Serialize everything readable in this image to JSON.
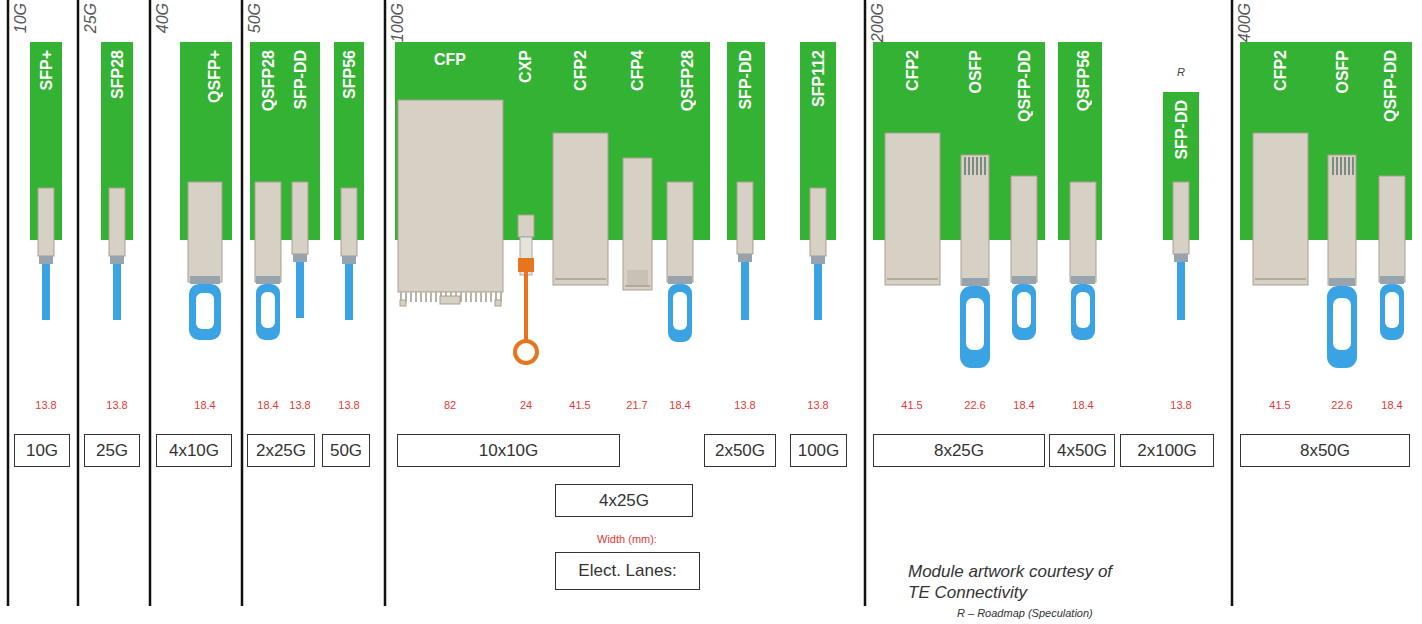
{
  "diagram": {
    "nodes": [
      {
        "text": [
          "SFP+"
        ]
      },
      {
        "text": [
          "SFP28"
        ]
      },
      {
        "text": [
          "QSFP+"
        ]
      },
      {
        "text": [
          "QSFP28",
          "SFP-DD"
        ]
      },
      {
        "text": [
          "SFP56"
        ]
      },
      {
        "text": [
          "CFP",
          "CXP",
          "CFP2",
          "CFP4",
          "QSFP28"
        ]
      },
      {
        "text": [
          "SFP-DD"
        ]
      },
      {
        "text": [
          "SFP112"
        ]
      },
      {
        "text": [
          "CFP2",
          "OSFP",
          "QSFP-DD"
        ]
      },
      {
        "text": [
          "QSFP56"
        ]
      },
      {
        "text": [
          "SFP-DD"
        ]
      },
      {
        "text": [
          "CFP2",
          "OSFP",
          "QSFP-DD"
        ]
      },
      {
        "text": [
          "10G"
        ]
      },
      {
        "text": [
          "25G"
        ]
      },
      {
        "text": [
          "4x10G"
        ]
      },
      {
        "text": [
          "2x25G"
        ]
      },
      {
        "text": [
          "50G"
        ]
      },
      {
        "text": [
          "10x10G"
        ]
      },
      {
        "text": [
          "2x50G"
        ]
      },
      {
        "text": [
          "100G"
        ]
      },
      {
        "text": [
          "4x25G"
        ]
      },
      {
        "text": [
          "8x25G"
        ]
      },
      {
        "text": [
          "4x50G"
        ]
      },
      {
        "text": [
          "2x100G"
        ]
      },
      {
        "text": [
          "8x50G"
        ]
      },
      {
        "text": [
          "Elect. Lanes:"
        ]
      }
    ],
    "labels": [
      "10G",
      "25G",
      "40G",
      "50G",
      "100G",
      "200G",
      "400G",
      "R",
      "13.8",
      "13.8",
      "18.4",
      "18.4",
      "13.8",
      "13.8",
      "82",
      "24",
      "41.5",
      "21.7",
      "18.4",
      "13.8",
      "13.8",
      "41.5",
      "22.6",
      "18.4",
      "18.4",
      "13.8",
      "41.5",
      "22.6",
      "18.4",
      "Width (mm):",
      "Module artwork courtesy of TE Connectivity",
      "R – Roadmap (Speculation)"
    ]
  }
}
